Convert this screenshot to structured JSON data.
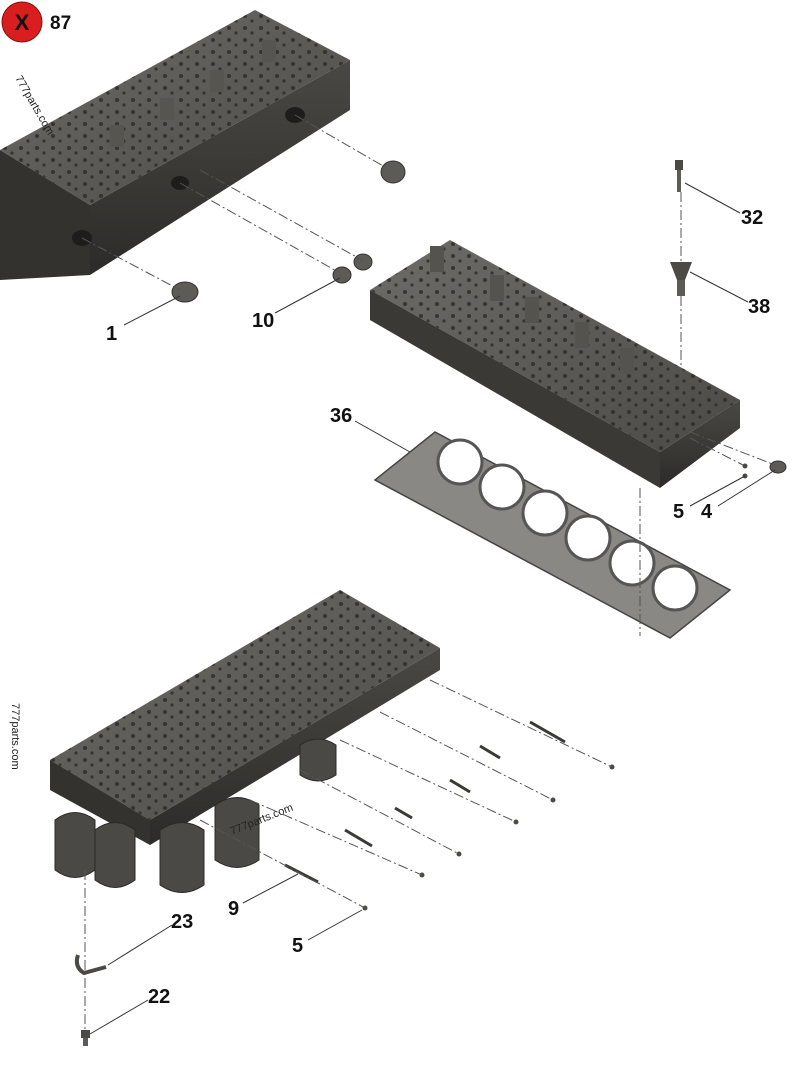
{
  "badge": {
    "symbol": "X",
    "number": "87",
    "color": "#d81e1e"
  },
  "watermarks": [
    "777parts.com",
    "777parts.com",
    "777parts.com"
  ],
  "callouts": [
    {
      "id": "1",
      "text": "1"
    },
    {
      "id": "10",
      "text": "10"
    },
    {
      "id": "32",
      "text": "32"
    },
    {
      "id": "38",
      "text": "38"
    },
    {
      "id": "36",
      "text": "36"
    },
    {
      "id": "5a",
      "text": "5"
    },
    {
      "id": "4",
      "text": "4"
    },
    {
      "id": "23",
      "text": "23"
    },
    {
      "id": "9",
      "text": "9"
    },
    {
      "id": "5b",
      "text": "5"
    },
    {
      "id": "22",
      "text": "22"
    }
  ],
  "colors": {
    "metal_dark": "#3b3a37",
    "metal_mid": "#5a5853",
    "metal_light": "#7a7873",
    "gasket": "#8a8884"
  }
}
